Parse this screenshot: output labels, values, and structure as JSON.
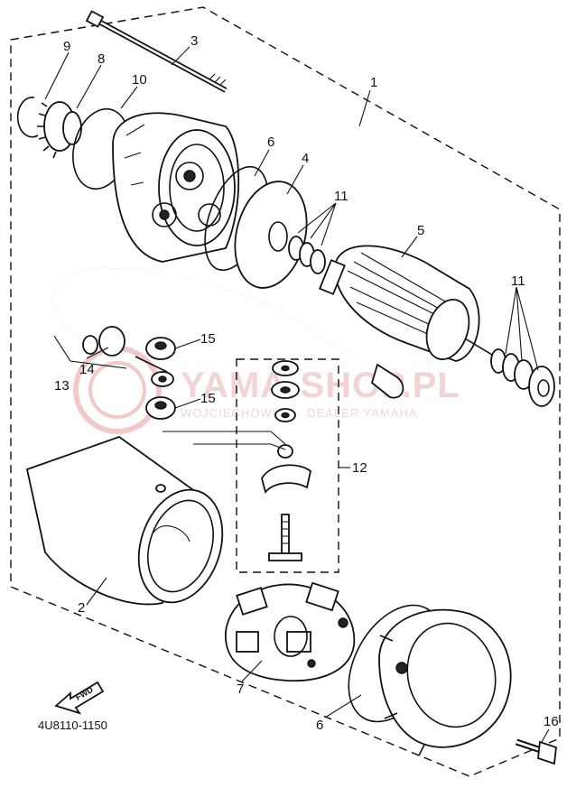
{
  "diagram_code": "4U8110-1150",
  "watermark": {
    "main": "YAMA-SHOP.PL",
    "sub": "WOJCIECHOWICZ · DEALER YAMAHA"
  },
  "front_arrow_label": "FWD",
  "callouts": {
    "c1": "1",
    "c2": "2",
    "c3": "3",
    "c4": "4",
    "c5": "5",
    "c6a": "6",
    "c6b": "6",
    "c7": "7",
    "c8": "8",
    "c9": "9",
    "c10": "10",
    "c11a": "11",
    "c11b": "11",
    "c12": "12",
    "c13": "13",
    "c14": "14",
    "c15a": "15",
    "c15b": "15",
    "c16": "16"
  }
}
